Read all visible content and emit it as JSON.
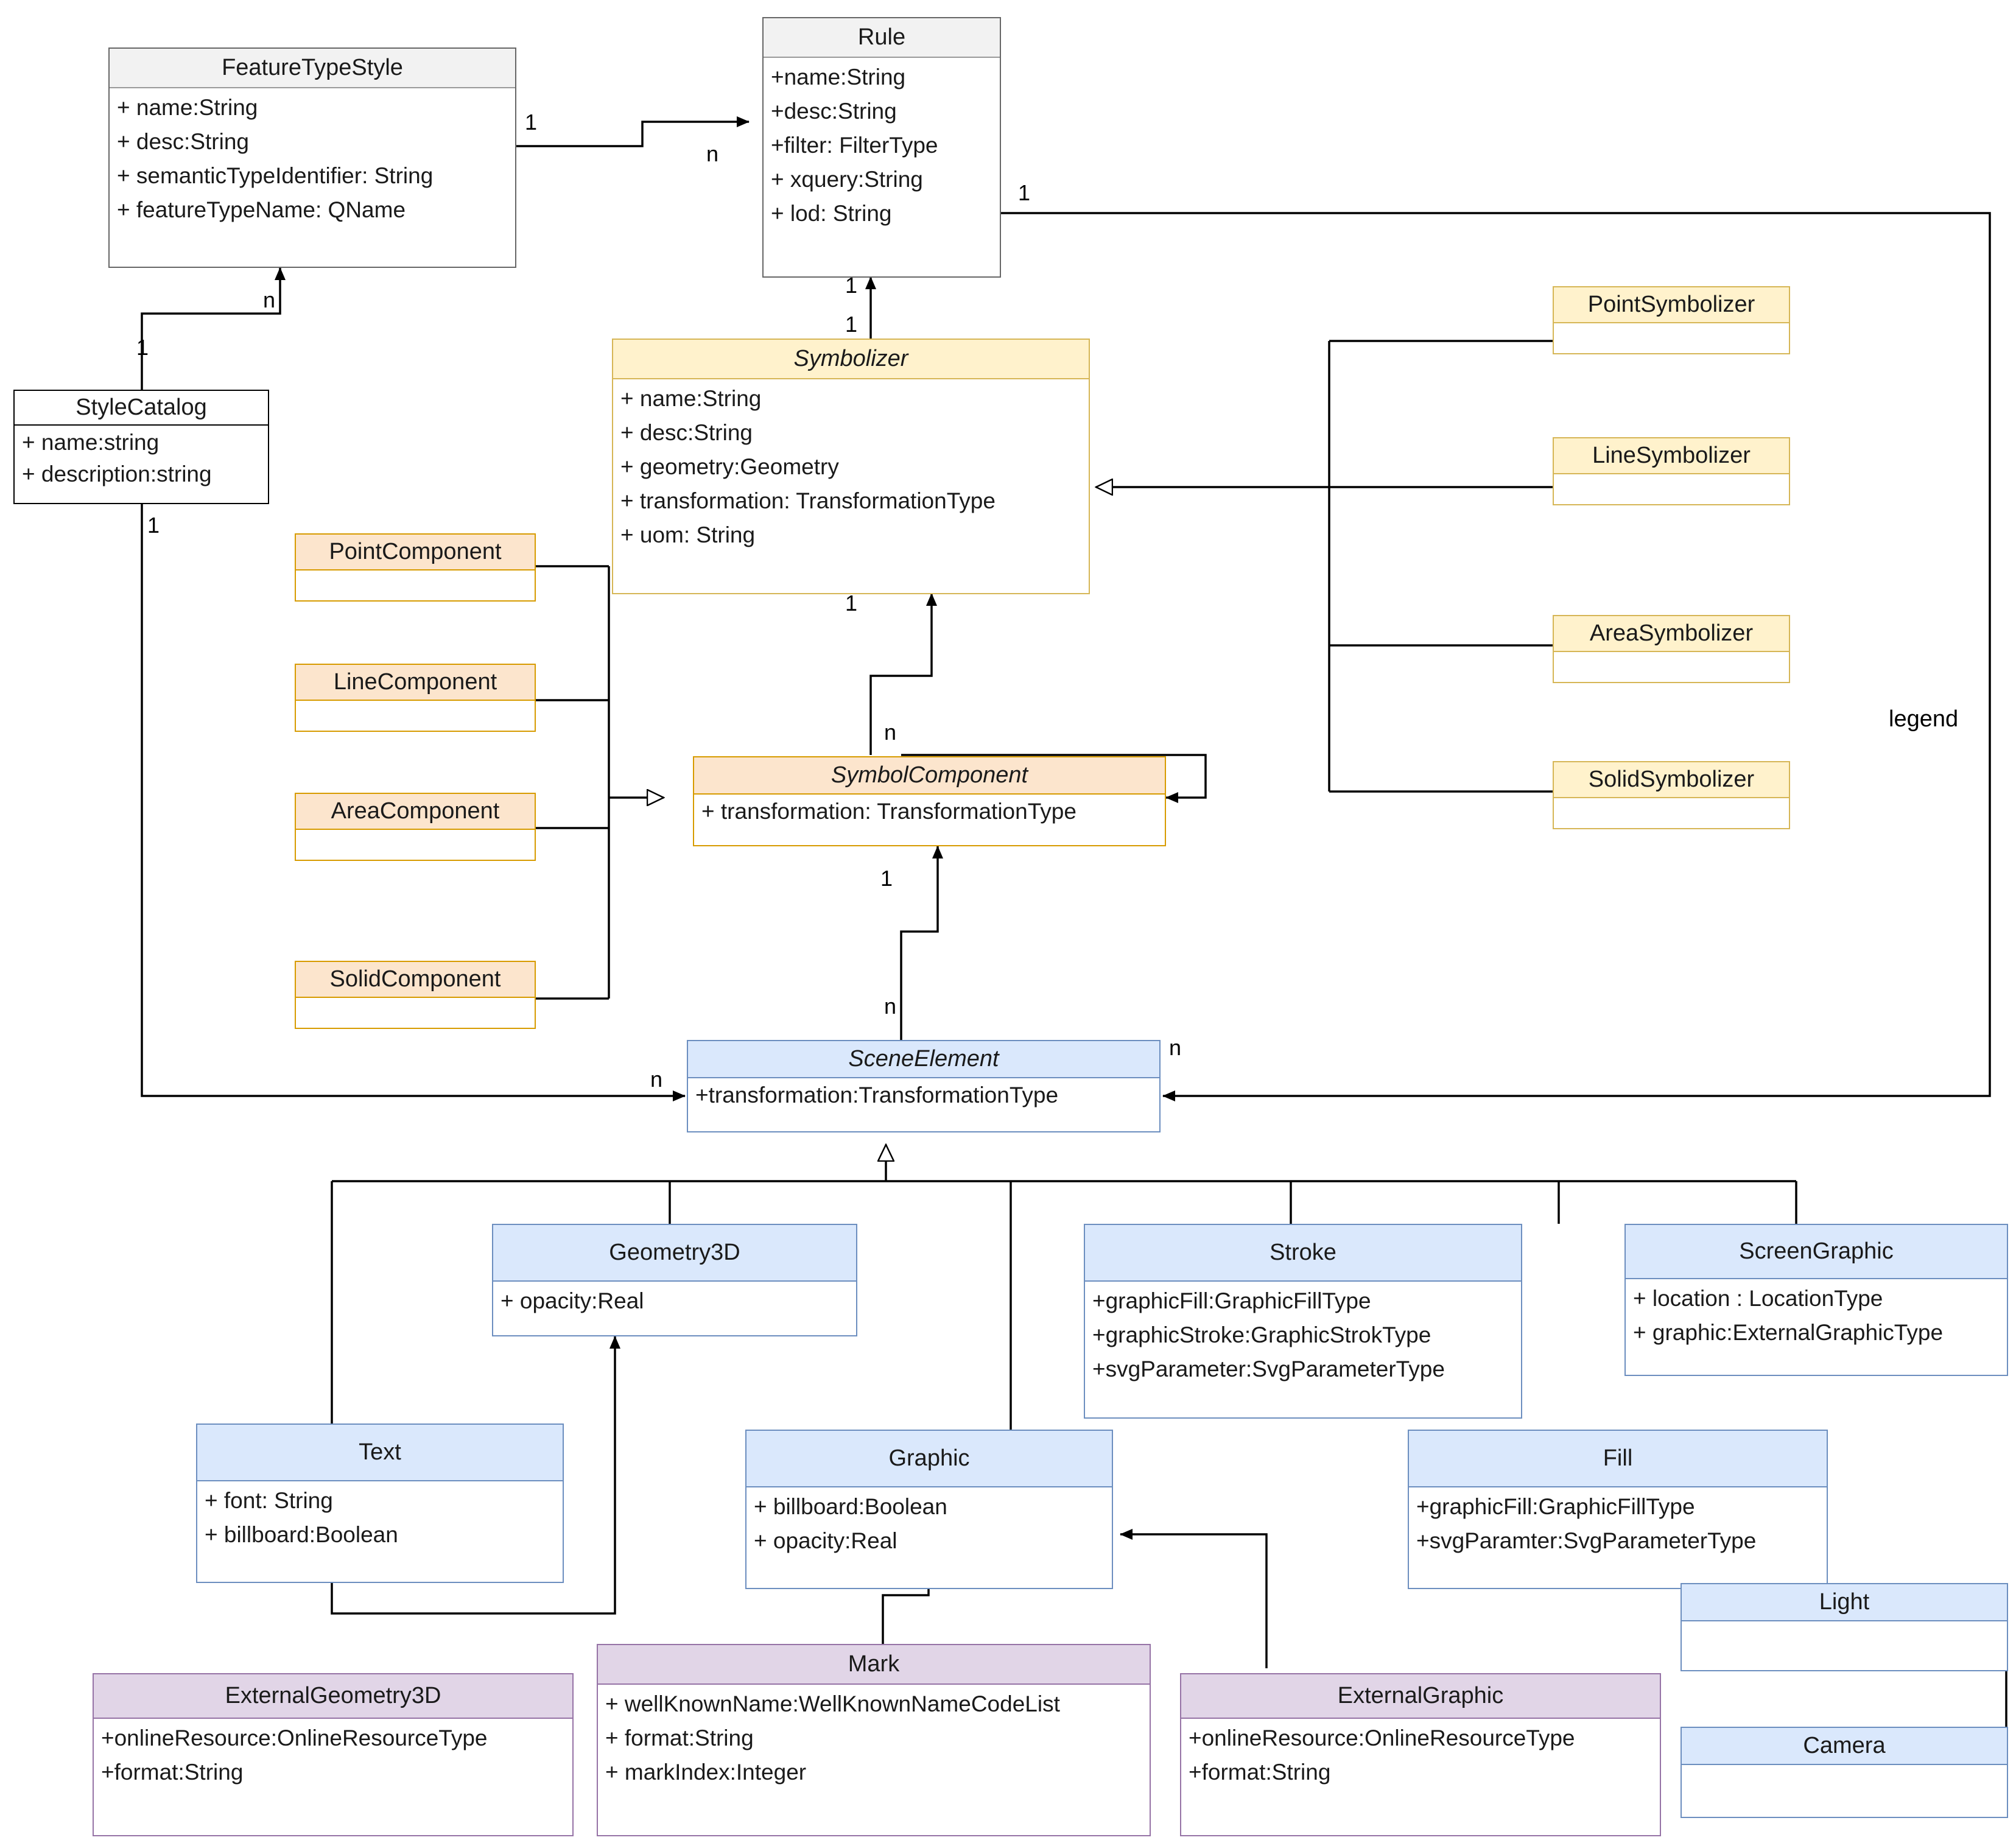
{
  "diagram": {
    "title": "Style Model UML Class Diagram",
    "legend_label": "legend",
    "colors": {
      "plain_header": "#f2f2f2",
      "plain_border": "#666666",
      "yellow_header": "#fff2cc",
      "yellow_border": "#d6b656",
      "orange_header": "#fce5cd",
      "orange_border": "#d79b00",
      "blue_header": "#dae8fc",
      "blue_border": "#6c8ebf",
      "purple_header": "#e1d5e7",
      "purple_border": "#9673a6",
      "edge": "#000000"
    }
  },
  "classes": {
    "feature_type_style": {
      "name": "FeatureTypeStyle",
      "attributes": [
        "+ name:String",
        "+ desc:String",
        "+ semanticTypeIdentifier: String",
        "+ featureTypeName: QName"
      ]
    },
    "rule": {
      "name": "Rule",
      "attributes": [
        "+name:String",
        "+desc:String",
        "+filter: FilterType",
        "+ xquery:String",
        "+ lod: String"
      ]
    },
    "style_catalog": {
      "name": "StyleCatalog",
      "attributes": [
        "+ name:string",
        "+ description:string"
      ]
    },
    "symbolizer": {
      "name": "Symbolizer",
      "abstract": true,
      "attributes": [
        "+ name:String",
        "+ desc:String",
        "+ geometry:Geometry",
        "+ transformation: TransformationType",
        "+ uom: String"
      ]
    },
    "point_symbolizer": {
      "name": "PointSymbolizer",
      "attributes": []
    },
    "line_symbolizer": {
      "name": "LineSymbolizer",
      "attributes": []
    },
    "area_symbolizer": {
      "name": "AreaSymbolizer",
      "attributes": []
    },
    "solid_symbolizer": {
      "name": "SolidSymbolizer",
      "attributes": []
    },
    "point_component": {
      "name": "PointComponent",
      "attributes": []
    },
    "line_component": {
      "name": "LineComponent",
      "attributes": []
    },
    "area_component": {
      "name": "AreaComponent",
      "attributes": []
    },
    "solid_component": {
      "name": "SolidComponent",
      "attributes": []
    },
    "symbol_component": {
      "name": "SymbolComponent",
      "abstract": true,
      "attributes": [
        "+ transformation: TransformationType"
      ]
    },
    "scene_element": {
      "name": "SceneElement",
      "abstract": true,
      "attributes": [
        "+transformation:TransformationType"
      ]
    },
    "geometry3d": {
      "name": "Geometry3D",
      "attributes": [
        "+ opacity:Real"
      ]
    },
    "stroke": {
      "name": "Stroke",
      "attributes": [
        "+graphicFill:GraphicFillType",
        "+graphicStroke:GraphicStrokType",
        "+svgParameter:SvgParameterType"
      ]
    },
    "screen_graphic": {
      "name": "ScreenGraphic",
      "attributes": [
        "+ location : LocationType",
        "+ graphic:ExternalGraphicType"
      ]
    },
    "text": {
      "name": "Text",
      "attributes": [
        "+ font: String",
        "+ billboard:Boolean"
      ]
    },
    "graphic": {
      "name": "Graphic",
      "attributes": [
        "+ billboard:Boolean",
        "+ opacity:Real"
      ]
    },
    "fill": {
      "name": "Fill",
      "attributes": [
        "+graphicFill:GraphicFillType",
        "+svgParamter:SvgParameterType"
      ]
    },
    "light": {
      "name": "Light",
      "attributes": []
    },
    "camera": {
      "name": "Camera",
      "attributes": []
    },
    "external_geometry3d": {
      "name": "ExternalGeometry3D",
      "attributes": [
        "+onlineResource:OnlineResourceType",
        "+format:String"
      ]
    },
    "mark": {
      "name": "Mark",
      "attributes": [
        "+ wellKnownName:WellKnownNameCodeList",
        "+ format:String",
        "+ markIndex:Integer"
      ]
    },
    "external_graphic": {
      "name": "ExternalGraphic",
      "attributes": [
        "+onlineResource:OnlineResourceType",
        "+format:String"
      ]
    }
  },
  "multiplicities": {
    "fts_to_rule_src": "1",
    "fts_to_rule_dst": "n",
    "catalog_to_fts_n": "n",
    "catalog_to_fts_1": "1",
    "catalog_bottom_1": "1",
    "rule_to_scene_1": "1",
    "rule_symbolizer_a": "1",
    "rule_symbolizer_b": "1",
    "symbolizer_bottom_1": "1",
    "symbolcomponent_n": "n",
    "symbolcomponent_1": "1",
    "sceneelement_n_left": "n",
    "sceneelement_n_right": "n",
    "sceneelement_n_top": "n"
  }
}
